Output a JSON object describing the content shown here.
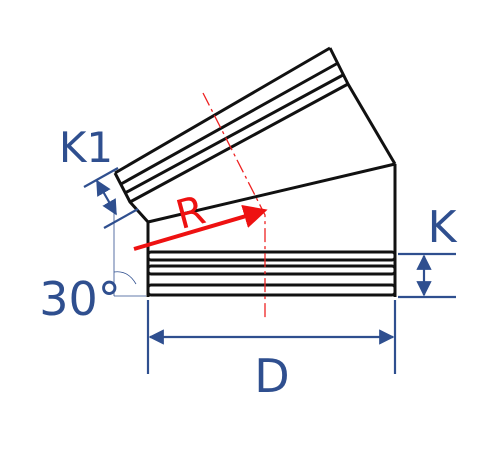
{
  "labels": {
    "k1": "K1",
    "k": "K",
    "angle": "30°",
    "radius": "R",
    "diameter": "D"
  },
  "colors": {
    "outline": "#111111",
    "dimension": "#2f4f8f",
    "radius_arrow": "#ee1111",
    "center_line": "#ee2222"
  }
}
